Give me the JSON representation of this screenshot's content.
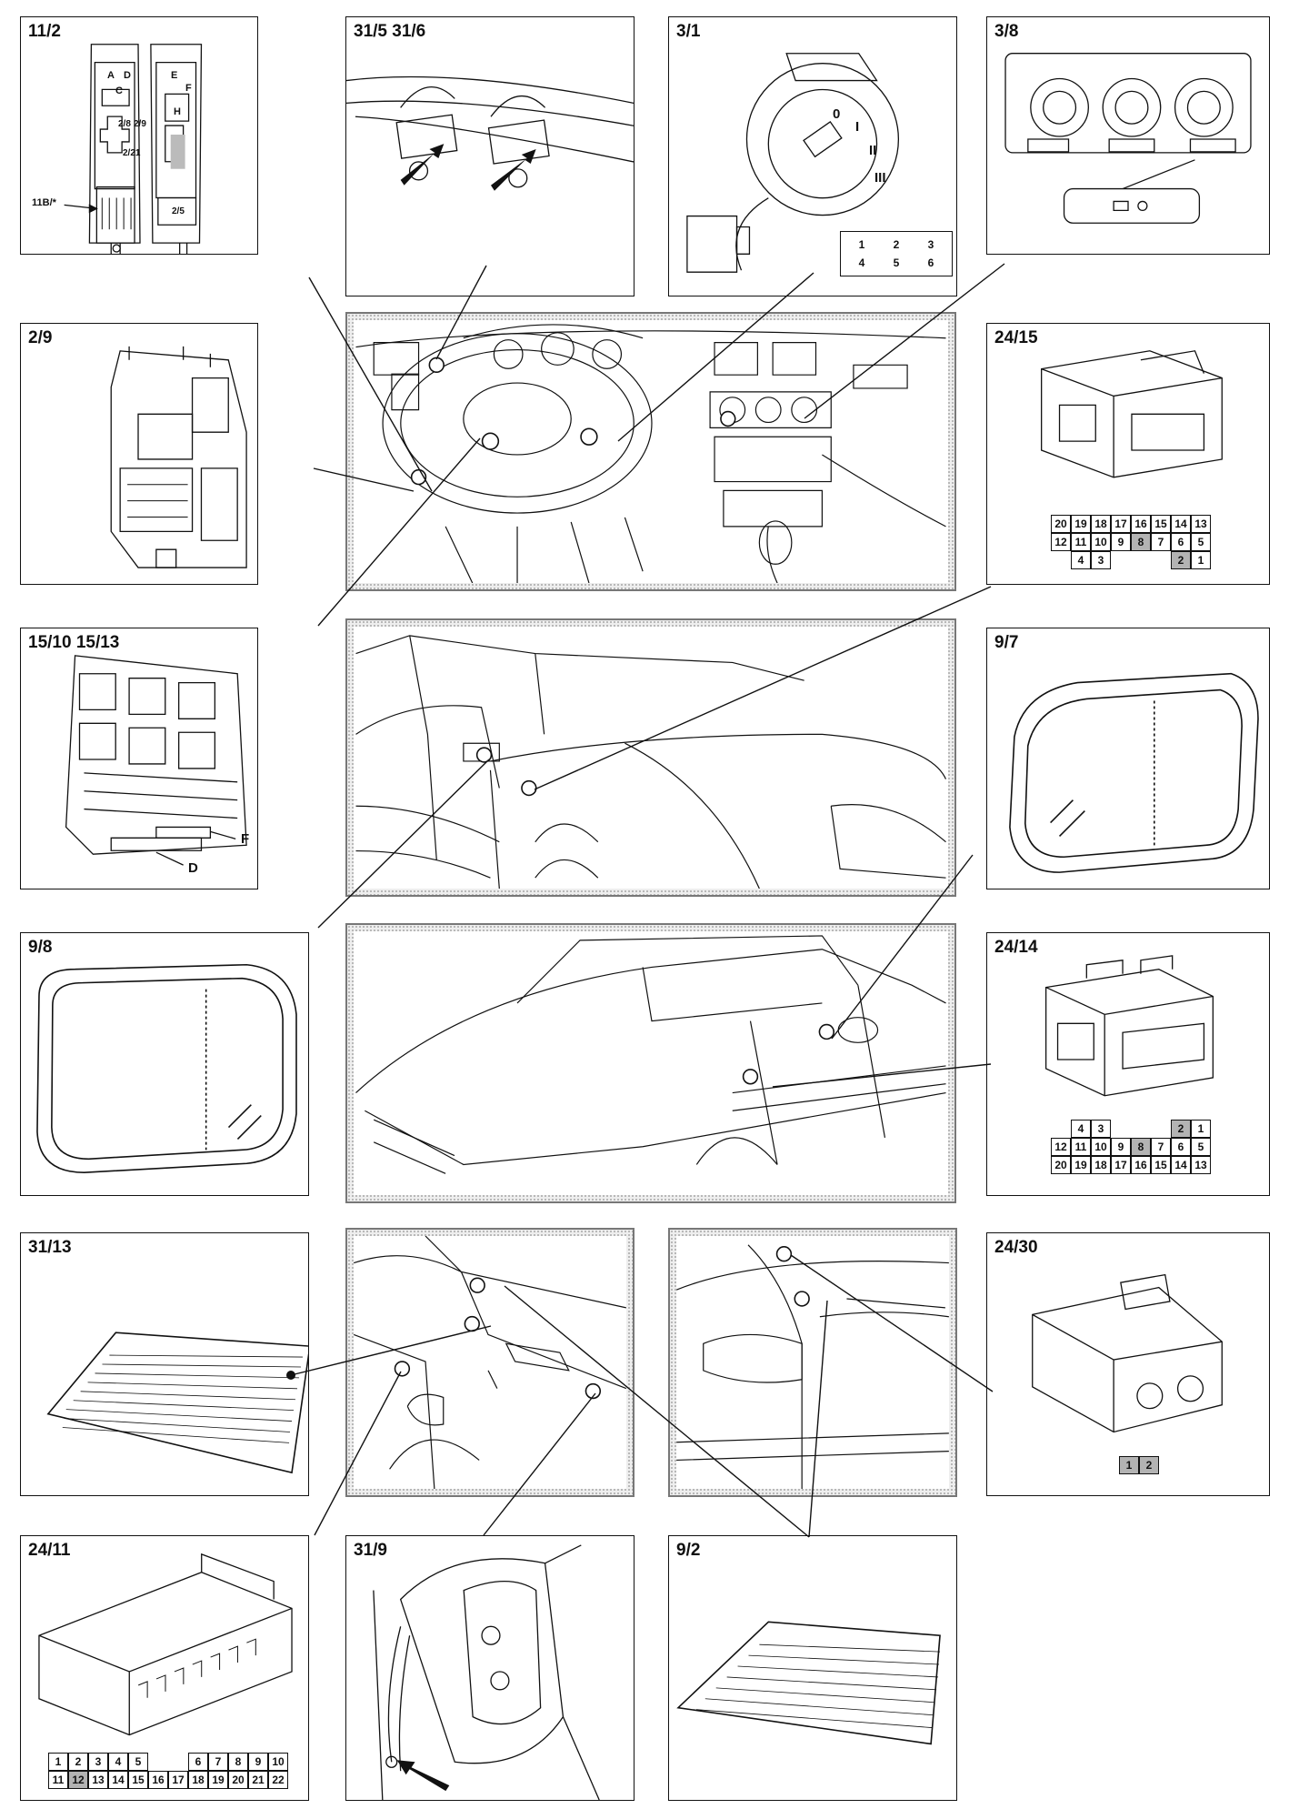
{
  "panels": {
    "p11_2": {
      "label": "11/2",
      "left_arrow_label": "11B/*",
      "fuse_labels": [
        "A",
        "D",
        "C",
        "E",
        "F",
        "H",
        "2/8",
        "2/9",
        "2/21",
        "2/5"
      ]
    },
    "p31_5": {
      "label": "31/5  31/6"
    },
    "p3_1": {
      "label": "3/1",
      "switch_marks": [
        "0",
        "I",
        "II",
        "III"
      ],
      "pins": [
        "1",
        "2",
        "3",
        "4",
        "5",
        "6"
      ]
    },
    "p3_8": {
      "label": "3/8"
    },
    "p2_9": {
      "label": "2/9"
    },
    "p24_15": {
      "label": "24/15",
      "pin_rows": [
        [
          "20",
          "19",
          "18",
          "17",
          "16",
          "15",
          "14",
          "13"
        ],
        [
          "12",
          "11",
          "10",
          "9",
          "8",
          "7",
          "6",
          "5"
        ],
        [
          "",
          "4",
          "3",
          "",
          "",
          "",
          "2",
          "1"
        ]
      ],
      "shaded": [
        "8",
        "2"
      ]
    },
    "p15_10": {
      "label": "15/10  15/13",
      "callouts": [
        "F",
        "D"
      ]
    },
    "p9_7": {
      "label": "9/7"
    },
    "p9_8": {
      "label": "9/8"
    },
    "p24_14": {
      "label": "24/14",
      "pin_rows": [
        [
          "",
          "4",
          "3",
          "",
          "",
          "",
          "2",
          "1"
        ],
        [
          "12",
          "11",
          "10",
          "9",
          "8",
          "7",
          "6",
          "5"
        ],
        [
          "20",
          "19",
          "18",
          "17",
          "16",
          "15",
          "14",
          "13"
        ]
      ],
      "shaded": [
        "8",
        "2"
      ]
    },
    "p31_13": {
      "label": "31/13"
    },
    "p24_30": {
      "label": "24/30",
      "pins": [
        "1",
        "2"
      ]
    },
    "p24_11": {
      "label": "24/11",
      "pin_rows": [
        [
          "1",
          "2",
          "3",
          "4",
          "5",
          "",
          "",
          "6",
          "7",
          "8",
          "9",
          "10"
        ],
        [
          "11",
          "12",
          "13",
          "14",
          "15",
          "16",
          "17",
          "18",
          "19",
          "20",
          "21",
          "22"
        ]
      ],
      "shaded": [
        "12"
      ]
    },
    "p31_9": {
      "label": "31/9"
    },
    "p9_2": {
      "label": "9/2"
    }
  },
  "colors": {
    "line": "#111111",
    "scene_stipple": "#a9a9a9",
    "pin_shade": "#b3b3b3"
  }
}
